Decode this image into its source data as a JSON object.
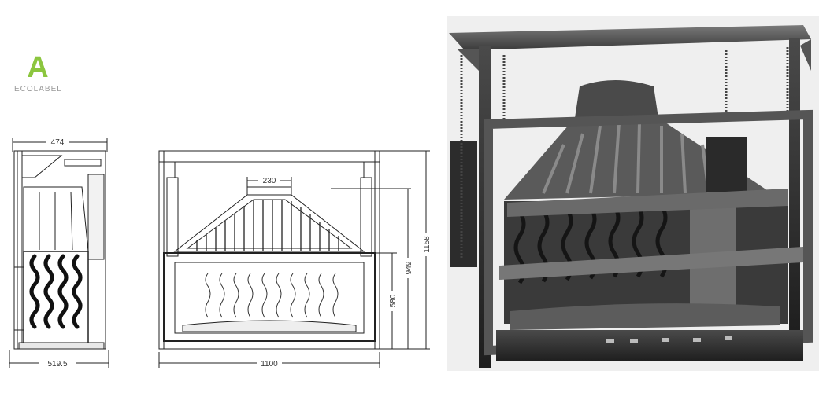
{
  "ecolabel": {
    "letter": "A",
    "text": "ECOLABEL"
  },
  "side_view": {
    "top_width": "474",
    "bottom_width": "519.5"
  },
  "front_view": {
    "top_opening": "230",
    "width": "1100",
    "glass_height": "580",
    "frame_height": "949",
    "total_height": "1158"
  },
  "colors": {
    "accent": "#8cc63f",
    "line": "#222222",
    "photo_metal": "#3a3a3a"
  },
  "photo": {
    "subject": "fireplace-insert-with-lift-frame"
  }
}
